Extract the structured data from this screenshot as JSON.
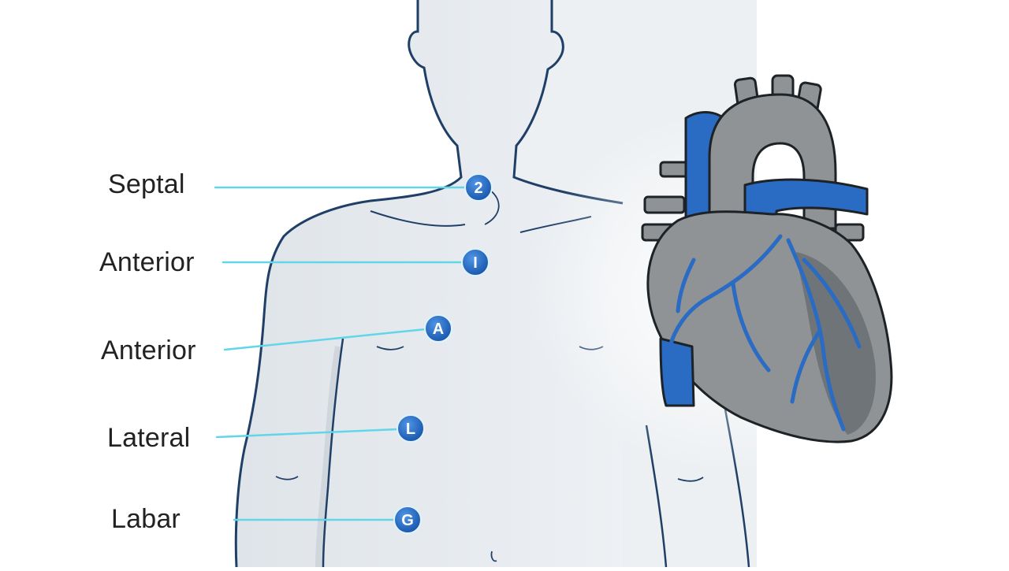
{
  "leads": [
    {
      "label": "Septal",
      "marker": "2"
    },
    {
      "label": "Anterior",
      "marker": "I"
    },
    {
      "label": "Anterior",
      "marker": "A"
    },
    {
      "label": "Lateral",
      "marker": "L"
    },
    {
      "label": "Labar",
      "marker": "G"
    }
  ],
  "colors": {
    "body_fill": "#e6eaee",
    "body_outline": "#1f3f66",
    "connector": "#62d6e8",
    "marker": "#1c68c4",
    "heart_gray": "#8f9396",
    "heart_blue": "#2a6bc3"
  },
  "icons": [
    "torso-illustration",
    "heart-illustration"
  ]
}
